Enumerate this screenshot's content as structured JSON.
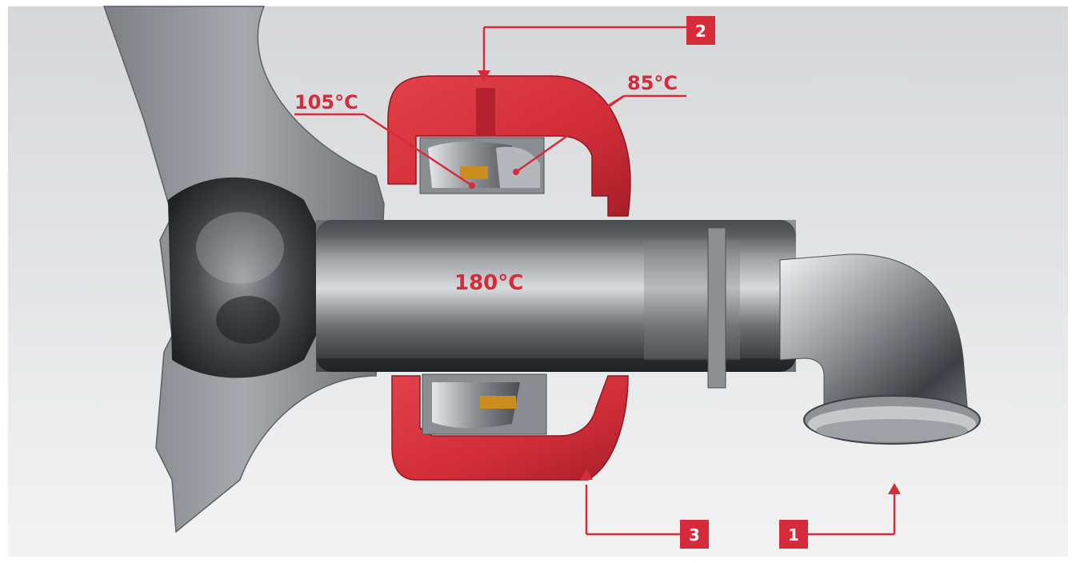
{
  "illustration": {
    "colors": {
      "accent": "#d52b3a",
      "housing": "#d8303a",
      "housing_shadow": "#a31c26",
      "steel_light": "#c9ccd0",
      "steel_mid": "#8f9296",
      "steel_dark": "#3d4044",
      "bearing_cage": "#c98e1e",
      "background_top": "#d8d9db",
      "background_bottom": "#f2f2f3"
    },
    "temperatures": {
      "bearing_inner": "105°C",
      "housing_outer": "85°C",
      "shaft": "180°C"
    },
    "callouts": {
      "one": "1",
      "two": "2",
      "three": "3"
    }
  }
}
